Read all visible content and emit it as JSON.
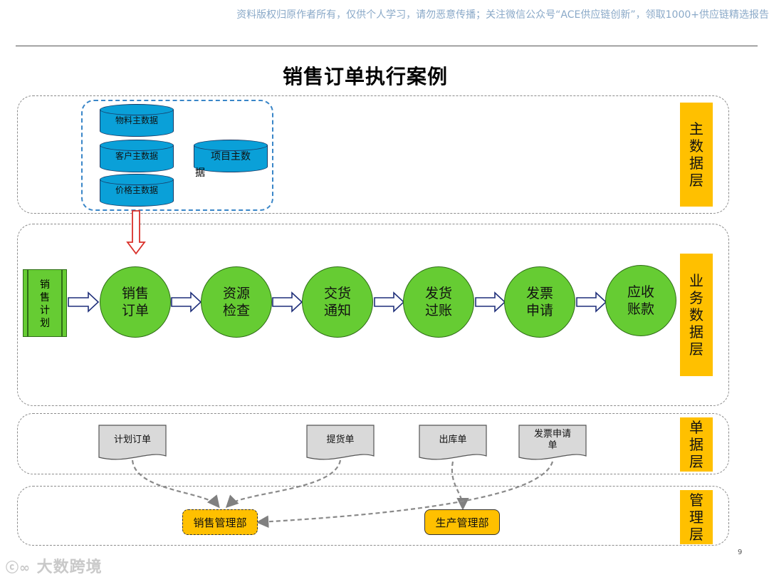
{
  "watermark": "资料版权归原作者所有，仅供个人学习，请勿恶意传播；关注微信公众号“ACE供应链创新”，领取1000+供应链精选报告",
  "title": "销售订单执行案例",
  "layers": {
    "master": [
      "主",
      "数",
      "据",
      "层"
    ],
    "business": [
      "业",
      "务",
      "数",
      "据",
      "层"
    ],
    "document": [
      "单",
      "据",
      "层"
    ],
    "management": [
      "管",
      "理",
      "层"
    ]
  },
  "master_data": {
    "material": "物料主数据",
    "customer": "客户主数据",
    "price": "价格主数据",
    "project_line1": "项目主数",
    "project_line2": "据"
  },
  "sales_plan": [
    "销",
    "售",
    "计",
    "划"
  ],
  "steps": [
    {
      "l1": "销售",
      "l2": "订单"
    },
    {
      "l1": "资源",
      "l2": "检查"
    },
    {
      "l1": "交货",
      "l2": "通知"
    },
    {
      "l1": "发货",
      "l2": "过账"
    },
    {
      "l1": "发票",
      "l2": "申请"
    },
    {
      "l1": "应收",
      "l2": "账款"
    }
  ],
  "documents": {
    "plan_order": "计划订单",
    "delivery_note": "提货单",
    "outbound": "出库单",
    "invoice_req_l1": "发票申请",
    "invoice_req_l2": "单"
  },
  "departments": {
    "sales": "销售管理部",
    "production": "生产管理部"
  },
  "page_number": "9",
  "logo_text": "大数跨境",
  "colors": {
    "accent_blue": "#0aa0d8",
    "step_green": "#66cc33",
    "label_yellow": "#ffc000",
    "arrow_red": "#d9302a"
  }
}
